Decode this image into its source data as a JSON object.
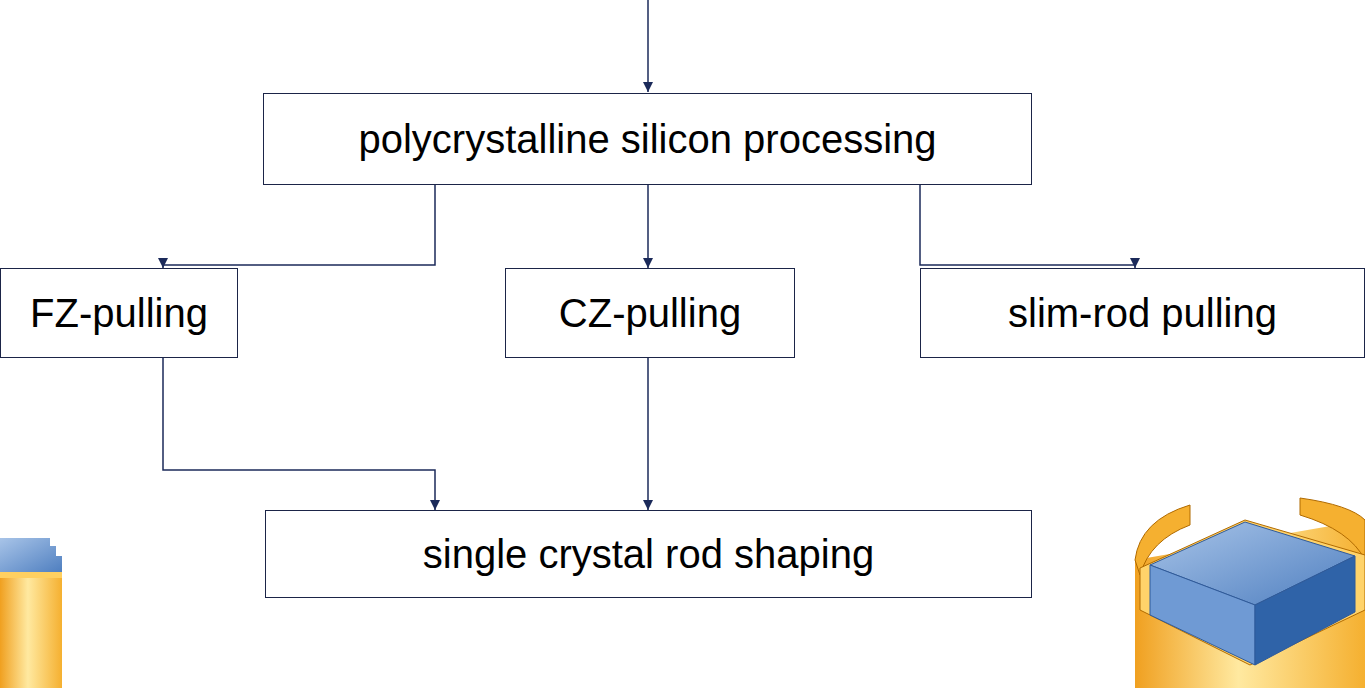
{
  "diagram": {
    "nodes": [
      {
        "text": [
          "polycrystalline silicon processing"
        ]
      },
      {
        "text": [
          "FZ-pulling"
        ]
      },
      {
        "text": [
          "CZ-pulling"
        ]
      },
      {
        "text": [
          "slim-rod pulling"
        ]
      },
      {
        "text": [
          "single crystal rod shaping"
        ]
      }
    ],
    "edges": [
      {
        "from": 0,
        "to": 1,
        "arrow": "to"
      },
      {
        "from": 0,
        "to": 2,
        "arrow": "to"
      },
      {
        "from": 0,
        "to": 3,
        "arrow": "to"
      },
      {
        "from": 1,
        "to": 4,
        "arrow": "to"
      },
      {
        "from": 2,
        "to": 4,
        "arrow": "to"
      }
    ]
  }
}
